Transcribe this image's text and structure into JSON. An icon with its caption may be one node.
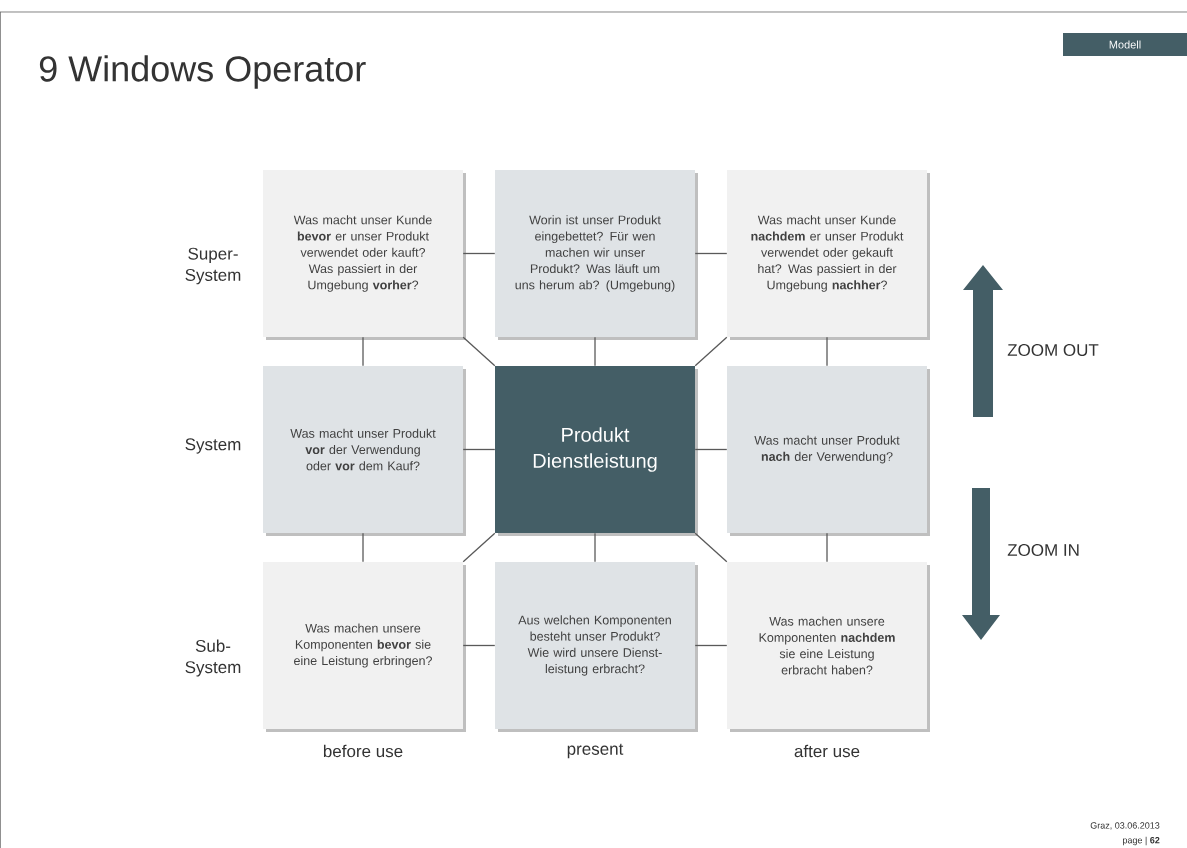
{
  "diagram": {
    "title": "9 Windows Operator",
    "nodes": [
      {
        "text": [
          "Was macht unser Kunde **bevor** er unser Produkt verwendet oder kauft? Was passiert in der Umgebung **vorher**?"
        ]
      },
      {
        "text": [
          "Worin ist unser Produkt eingebettet? Für wen machen wir unser Produkt? Was läuft um uns herum ab? (Umgebung)"
        ]
      },
      {
        "text": [
          "Was macht unser Kunde **nachdem** er unser Produkt verwendet oder gekauft hat? Was passiert in der Umgebung **nachher**?"
        ]
      },
      {
        "text": [
          "Was macht unser Produkt **vor** der Verwendung oder **vor** dem Kauf?"
        ]
      },
      {
        "text": [
          "Produkt Dienstleistung"
        ]
      },
      {
        "text": [
          "Was macht unser Produkt **nach** der Verwendung?"
        ]
      },
      {
        "text": [
          "Was machen unsere Komponenten **bevor** sie eine Leistung erbringen?"
        ]
      },
      {
        "text": [
          "Aus welchen Komponenten besteht unser Produkt? Wie wird unsere Dienst- leistung erbracht?"
        ]
      },
      {
        "text": [
          "Was machen unsere Komponenten **nachdem** sie eine Leistung erbracht haben?"
        ]
      },
      {
        "text": [
          "Modell"
        ]
      }
    ],
    "edges": [
      {
        "from": 0,
        "to": 1,
        "arrow": "none"
      },
      {
        "from": 1,
        "to": 2,
        "arrow": "none"
      },
      {
        "from": 3,
        "to": 4,
        "arrow": "none"
      },
      {
        "from": 4,
        "to": 5,
        "arrow": "none"
      },
      {
        "from": 6,
        "to": 7,
        "arrow": "none"
      },
      {
        "from": 7,
        "to": 8,
        "arrow": "none"
      },
      {
        "from": 0,
        "to": 3,
        "arrow": "none"
      },
      {
        "from": 3,
        "to": 6,
        "arrow": "none"
      },
      {
        "from": 1,
        "to": 4,
        "arrow": "none"
      },
      {
        "from": 4,
        "to": 7,
        "arrow": "none"
      },
      {
        "from": 2,
        "to": 5,
        "arrow": "none"
      },
      {
        "from": 5,
        "to": 8,
        "arrow": "none"
      },
      {
        "from": 4,
        "to": 0,
        "arrow": "none"
      },
      {
        "from": 4,
        "to": 2,
        "arrow": "none"
      },
      {
        "from": 4,
        "to": 6,
        "arrow": "none"
      },
      {
        "from": 4,
        "to": 8,
        "arrow": "none"
      }
    ],
    "labels": [
      "Super- System",
      "ZOOM OUT",
      "System",
      "ZOOM IN",
      "Sub- System",
      "before use",
      "present",
      "after use",
      "Graz, 03.06.2013",
      "page | **62**"
    ]
  }
}
